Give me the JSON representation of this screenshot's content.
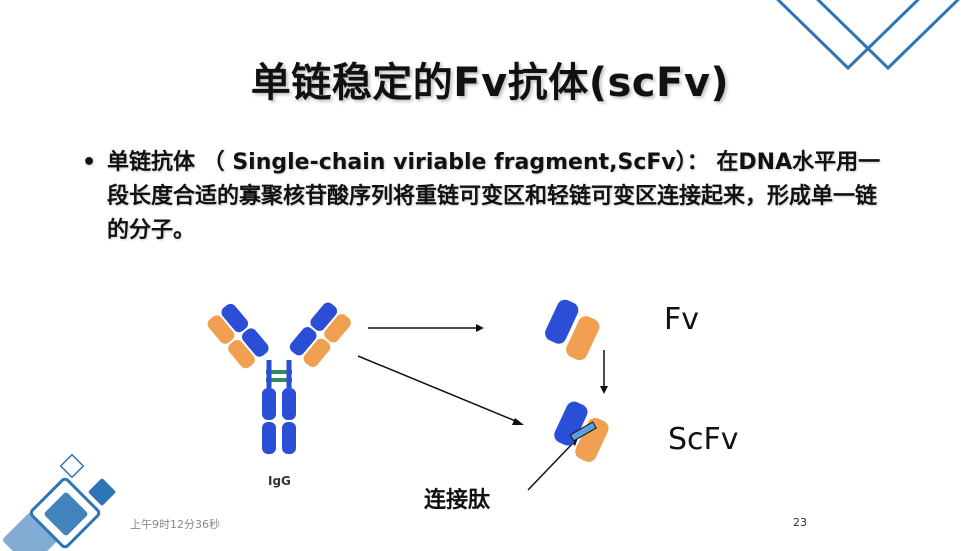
{
  "slide": {
    "title": "单链稳定的Fv抗体(scFv)",
    "bullet_marker": "•",
    "bullet_text": "单链抗体 （ Single-chain viriable fragment,ScFv）： 在DNA水平用一段长度合适的寡聚核苷酸序列将重链可变区和轻链可变区连接起来，形成单一链的分子。",
    "labels": {
      "fv": "Fv",
      "scfv": "ScFv",
      "igg": "IgG",
      "linker": "连接肽"
    },
    "footer": {
      "time": "上午9时12分36秒",
      "page_number": "23"
    }
  },
  "colors": {
    "heavy_chain": "#2a4fd6",
    "light_chain": "#f0a050",
    "hinge": "#2e8b57",
    "decor": "#2e75b6"
  }
}
